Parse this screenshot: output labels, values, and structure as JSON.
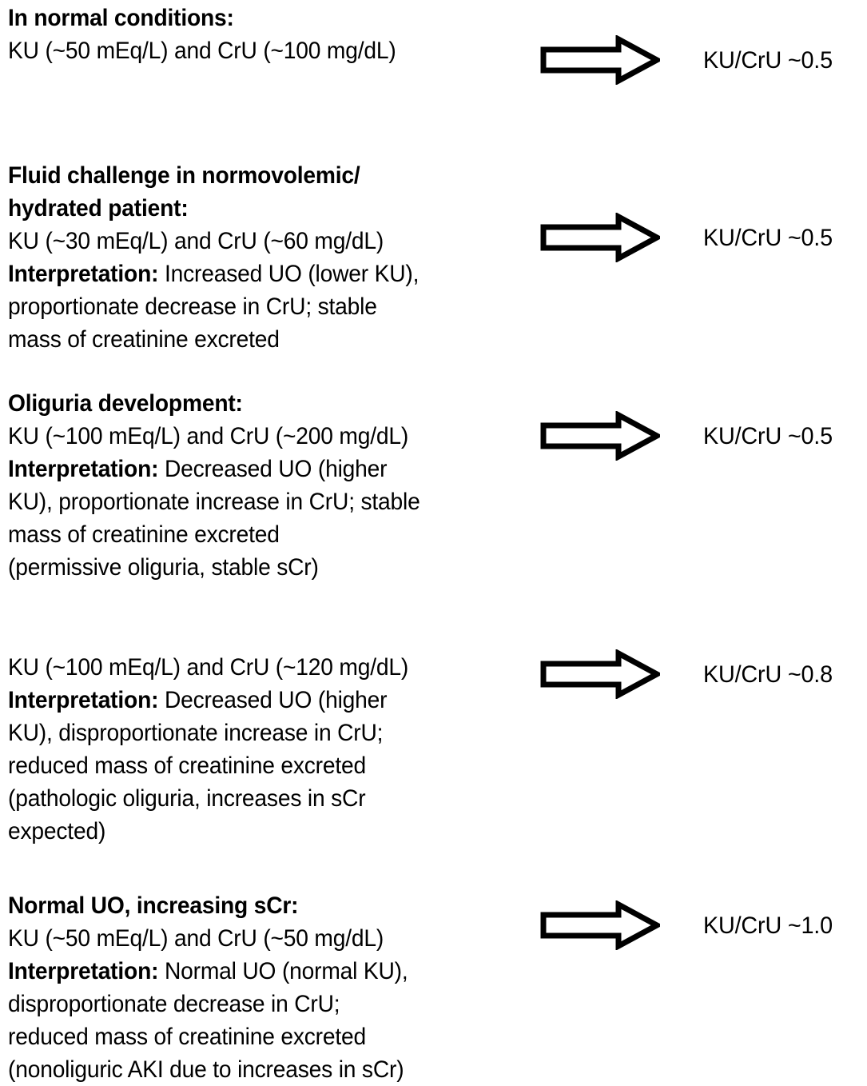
{
  "figure": {
    "kind": "clinical-flow-diagram",
    "subject": "Urinary potassium to urinary creatinine (KU/CrU) ratio interpretation"
  },
  "colors": {
    "background": "#ffffff",
    "text": "#000000",
    "arrow_outline": "#000000",
    "arrow_fill": "#ffffff"
  },
  "scenarios": [
    {
      "id": "normal-conditions",
      "heading": "In normal conditions:",
      "lines": [
        {
          "text": "KU (~50 mEq/L) and CrU (~100 mg/dL)"
        }
      ],
      "arrow": "right-block-arrow",
      "result": "KU/CrU ~0.5"
    },
    {
      "id": "fluid-challenge",
      "heading": "Fluid challenge in normovolemic/",
      "heading_line2": "hydrated patient:",
      "lines": [
        {
          "text": "KU (~30 mEq/L) and CrU (~60 mg/dL)"
        },
        {
          "lead": "Interpretation:",
          "text": " Increased UO (lower KU),"
        },
        {
          "text": "proportionate decrease in CrU; stable"
        },
        {
          "text": "mass of creatinine excreted"
        }
      ],
      "arrow": "right-block-arrow",
      "result": "KU/CrU ~0.5"
    },
    {
      "id": "oliguria-development",
      "heading": "Oliguria development:",
      "lines": [
        {
          "text": "KU (~100 mEq/L) and CrU (~200 mg/dL)"
        },
        {
          "lead": "Interpretation:",
          "text": " Decreased UO (higher"
        },
        {
          "text": "KU), proportionate increase in CrU; stable"
        },
        {
          "text": "mass of creatinine excreted"
        },
        {
          "text": "(permissive oliguria, stable sCr)"
        }
      ],
      "arrow": "right-block-arrow",
      "result": "KU/CrU ~0.5"
    },
    {
      "id": "pathologic-oliguria",
      "heading": "",
      "lines": [
        {
          "text": "KU (~100 mEq/L) and CrU (~120 mg/dL)"
        },
        {
          "lead": "Interpretation:",
          "text": " Decreased UO (higher"
        },
        {
          "text": "KU), disproportionate increase in CrU;"
        },
        {
          "text": "reduced mass of creatinine excreted"
        },
        {
          "text": "(pathologic oliguria, increases in sCr"
        },
        {
          "text": "expected)"
        }
      ],
      "arrow": "right-block-arrow",
      "result": "KU/CrU ~0.8"
    },
    {
      "id": "nonoliguric-aki",
      "heading": "Normal UO, increasing sCr:",
      "lines": [
        {
          "text": "KU (~50 mEq/L) and CrU (~50 mg/dL)"
        },
        {
          "lead": "Interpretation:",
          "text": " Normal UO (normal KU),"
        },
        {
          "text": "disproportionate decrease in CrU;"
        },
        {
          "text": "reduced mass of creatinine excreted"
        },
        {
          "text": "(nonoliguric AKI due to increases in sCr)"
        }
      ],
      "arrow": "right-block-arrow",
      "result": "KU/CrU ~1.0"
    }
  ]
}
